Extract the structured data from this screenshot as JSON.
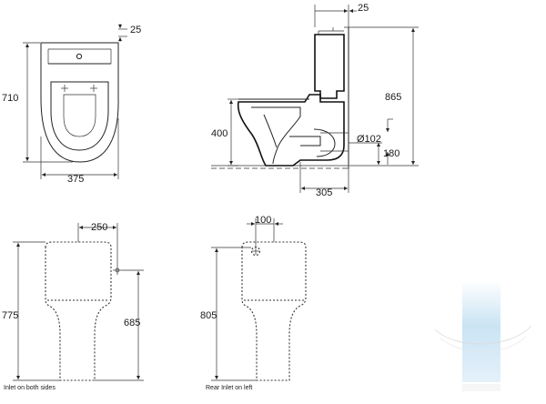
{
  "top_view": {
    "dim_width": "375",
    "dim_depth": "710",
    "dim_offset": "25"
  },
  "side_view": {
    "dim_top_offset": "25",
    "dim_height": "865",
    "dim_seat_height": "400",
    "dim_outlet_diameter": "Ø102",
    "dim_outlet_height": "180",
    "dim_outlet_depth": "305"
  },
  "front_both": {
    "dim_inlet_offset": "250",
    "dim_height": "775",
    "dim_inlet_height": "685",
    "caption": "Inlet on both sides"
  },
  "front_rear": {
    "dim_inlet_offset": "100",
    "dim_height": "805",
    "caption": "Rear Inlet on left"
  }
}
